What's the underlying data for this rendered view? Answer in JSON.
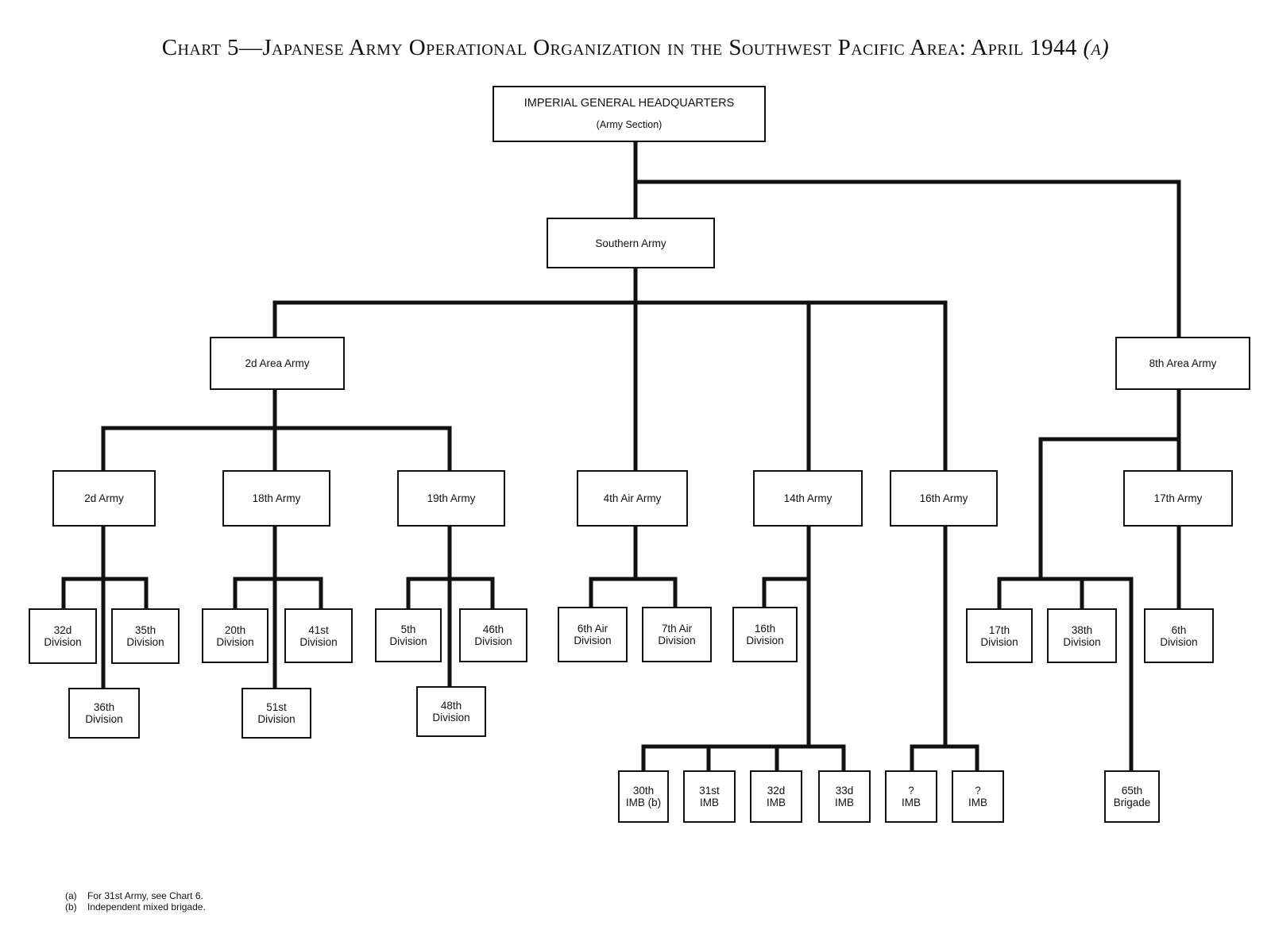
{
  "title": {
    "text": "Chart 5—Japanese Army Operational Organization in the Southwest Pacific Area: April 1944",
    "suffix": "(a)"
  },
  "nodes": {
    "ighq": {
      "line1": "IMPERIAL GENERAL HEADQUARTERS",
      "line2": "(Army Section)"
    },
    "southern_army": {
      "line1": "Southern Army"
    },
    "area_army_2d": {
      "line1": "2d Area Army"
    },
    "area_army_8th": {
      "line1": "8th Area Army"
    },
    "army_2d": {
      "line1": "2d Army"
    },
    "army_18th": {
      "line1": "18th Army"
    },
    "army_19th": {
      "line1": "19th Army"
    },
    "air_army_4th": {
      "line1": "4th Air Army"
    },
    "army_14th": {
      "line1": "14th Army"
    },
    "army_16th": {
      "line1": "16th Army"
    },
    "army_17th": {
      "line1": "17th Army"
    },
    "div_32d": {
      "line1": "32d",
      "line2": "Division"
    },
    "div_35th": {
      "line1": "35th",
      "line2": "Division"
    },
    "div_36th": {
      "line1": "36th",
      "line2": "Division"
    },
    "div_20th": {
      "line1": "20th",
      "line2": "Division"
    },
    "div_41st": {
      "line1": "41st",
      "line2": "Division"
    },
    "div_51st": {
      "line1": "51st",
      "line2": "Division"
    },
    "div_5th": {
      "line1": "5th",
      "line2": "Division"
    },
    "div_46th": {
      "line1": "46th",
      "line2": "Division"
    },
    "div_48th": {
      "line1": "48th",
      "line2": "Division"
    },
    "air_div_6th": {
      "line1": "6th Air",
      "line2": "Division"
    },
    "air_div_7th": {
      "line1": "7th Air",
      "line2": "Division"
    },
    "div_16th": {
      "line1": "16th",
      "line2": "Division"
    },
    "div_17th": {
      "line1": "17th",
      "line2": "Division"
    },
    "div_38th": {
      "line1": "38th",
      "line2": "Division"
    },
    "div_6th": {
      "line1": "6th",
      "line2": "Division"
    },
    "imb_30th": {
      "line1": "30th",
      "line2": "IMB (b)"
    },
    "imb_31st": {
      "line1": "31st",
      "line2": "IMB"
    },
    "imb_32d": {
      "line1": "32d",
      "line2": "IMB"
    },
    "imb_33d": {
      "line1": "33d",
      "line2": "IMB"
    },
    "imb_q1": {
      "line1": "?",
      "line2": "IMB"
    },
    "imb_q2": {
      "line1": "?",
      "line2": "IMB"
    },
    "brigade_65th": {
      "line1": "65th",
      "line2": "Brigade"
    }
  },
  "footnotes": [
    {
      "mark": "(a)",
      "text": "For 31st Army, see Chart 6."
    },
    {
      "mark": "(b)",
      "text": "Independent mixed brigade."
    }
  ]
}
